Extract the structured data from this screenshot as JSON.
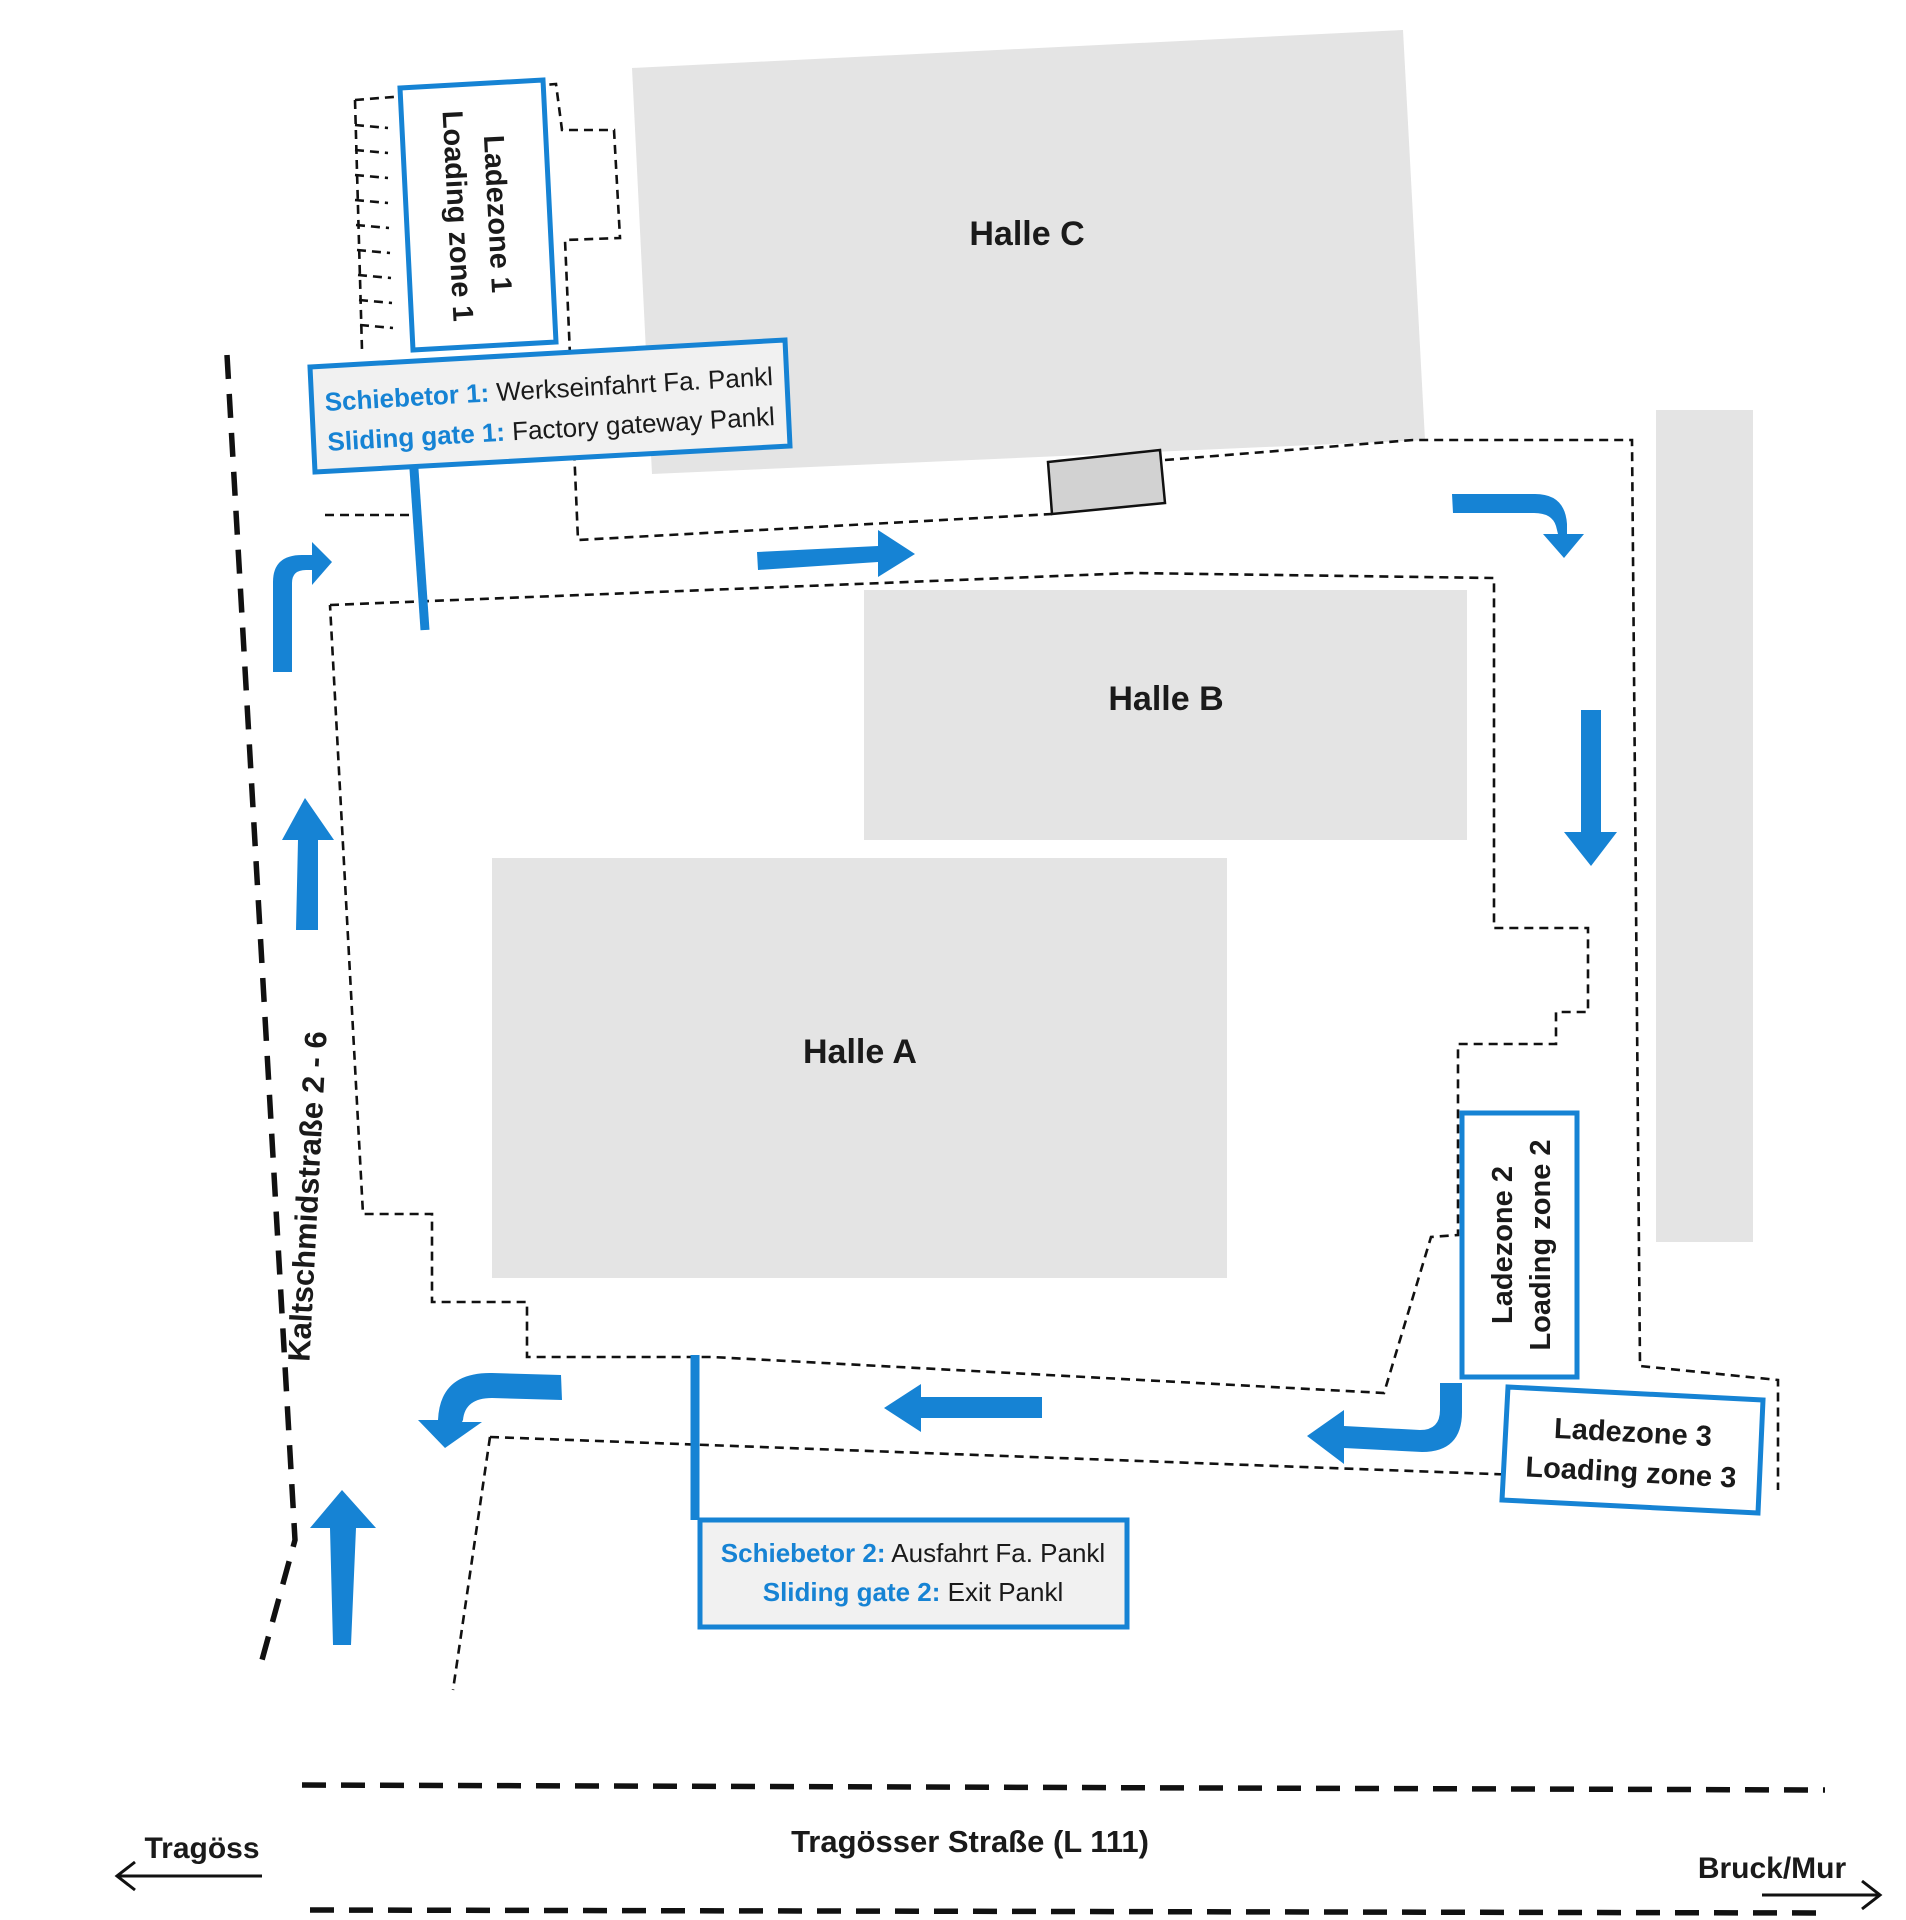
{
  "halls": {
    "a": "Halle A",
    "b": "Halle B",
    "c": "Halle C"
  },
  "loading_zones": [
    {
      "line1": "Ladezone 1",
      "line2": "Loading zone 1"
    },
    {
      "line1": "Ladezone 2",
      "line2": "Loading zone 2"
    },
    {
      "line1": "Ladezone 3",
      "line2": "Loading zone 3"
    }
  ],
  "gates": [
    {
      "de_key": "Schiebetor 1:",
      "de_text": " Werkseinfahrt Fa. Pankl",
      "en_key": "Sliding gate 1:",
      "en_text": " Factory gateway Pankl"
    },
    {
      "de_key": "Schiebetor 2:",
      "de_text": " Ausfahrt Fa. Pankl",
      "en_key": "Sliding gate 2:",
      "en_text": " Exit Pankl"
    }
  ],
  "streets": {
    "side": "Kaltschmidstraße 2 - 6",
    "main": "Tragösser Straße (L 111)"
  },
  "directions": {
    "left": "Tragöss",
    "right": "Bruck/Mur"
  },
  "colors": {
    "accent": "#1683d4",
    "hall_fill": "#e4e4e4",
    "line": "#111111"
  }
}
